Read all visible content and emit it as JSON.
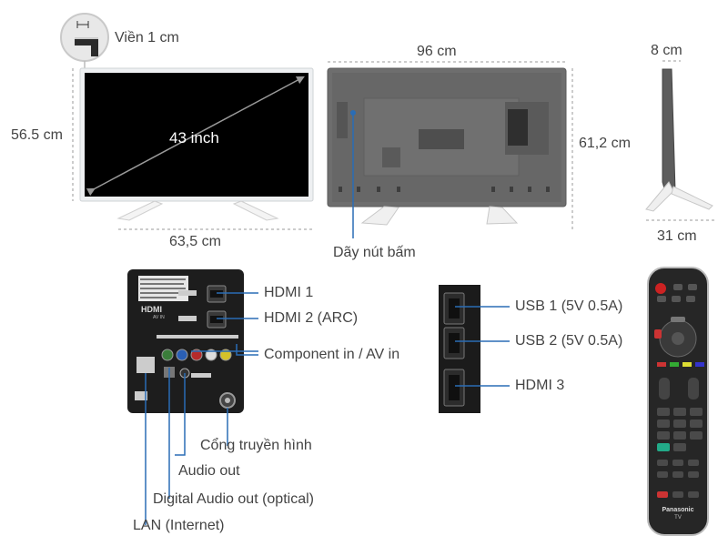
{
  "bezel": {
    "label": "Viền 1 cm"
  },
  "front": {
    "height": "56.5 cm",
    "width": "63,5 cm",
    "diagonal": "43 inch"
  },
  "back": {
    "width": "96 cm",
    "height": "61,2 cm",
    "button_strip": "Dãy nút bấm"
  },
  "side": {
    "depth": "8 cm",
    "stand_depth": "31 cm"
  },
  "ports_left": {
    "hdmi1": "HDMI 1",
    "hdmi2": "HDMI 2 (ARC)",
    "component": "Component in / AV in",
    "antenna": "Cổng truyền hình",
    "audio_out": "Audio out",
    "digital_audio": "Digital Audio out (optical)",
    "lan": "LAN (Internet)"
  },
  "ports_side": {
    "usb1": "USB 1 (5V 0.5A)",
    "usb2": "USB 2 (5V 0.5A)",
    "hdmi3": "HDMI 3"
  },
  "remote": {
    "brand": "Panasonic",
    "sub": "TV"
  },
  "colors": {
    "bezel_white": "#f2f2f2",
    "screen": "#000000",
    "back_gray": "#6b6b6b",
    "line": "#2a6db5",
    "guide": "#999999"
  }
}
